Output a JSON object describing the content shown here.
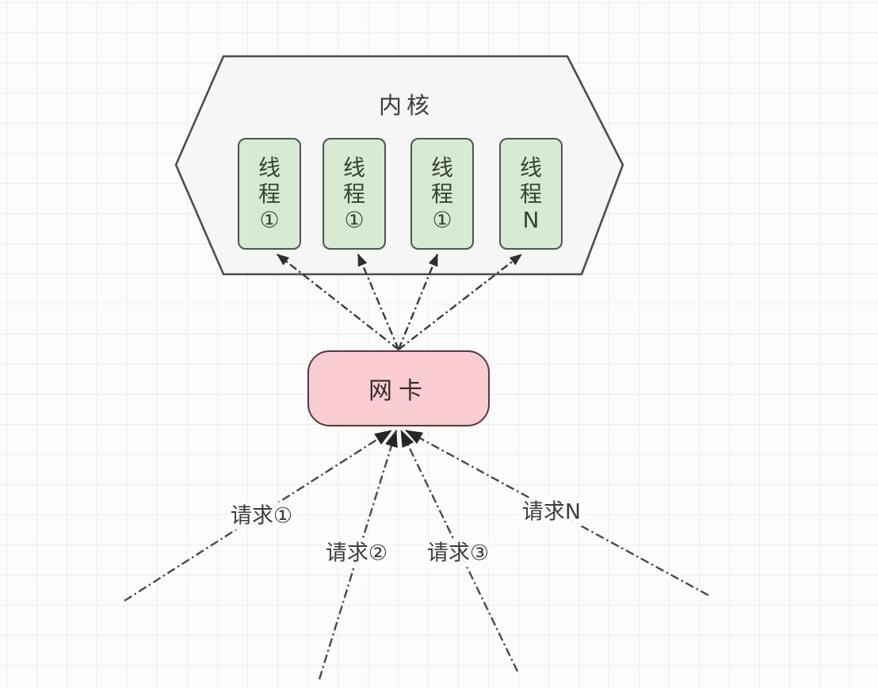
{
  "diagram": {
    "title_note": "kernel / nic / request fan-in diagram on grid canvas",
    "kernel": {
      "label": "内核",
      "threads": [
        {
          "chars": [
            "线",
            "程",
            "①"
          ]
        },
        {
          "chars": [
            "线",
            "程",
            "①"
          ]
        },
        {
          "chars": [
            "线",
            "程",
            "①"
          ]
        },
        {
          "chars": [
            "线",
            "程",
            "N"
          ]
        }
      ]
    },
    "nic": {
      "label": "网卡"
    },
    "requests": [
      {
        "label": "请求①"
      },
      {
        "label": "请求②"
      },
      {
        "label": "请求③"
      },
      {
        "label": "请求N"
      }
    ],
    "colors": {
      "canvas_bg": "#fcfcfc",
      "grid_line": "#ececec",
      "kernel_fill": "#f6f6f6",
      "kernel_border": "#4d4d4d",
      "thread_fill": "#d8e9d4",
      "thread_border": "#4a584c",
      "nic_fill": "#f9cdd2",
      "nic_border": "#533a3e",
      "arrow_upper": "#3a3a3a",
      "arrow_lower": "#4a4a4a",
      "text": "#3d3d3d"
    }
  }
}
